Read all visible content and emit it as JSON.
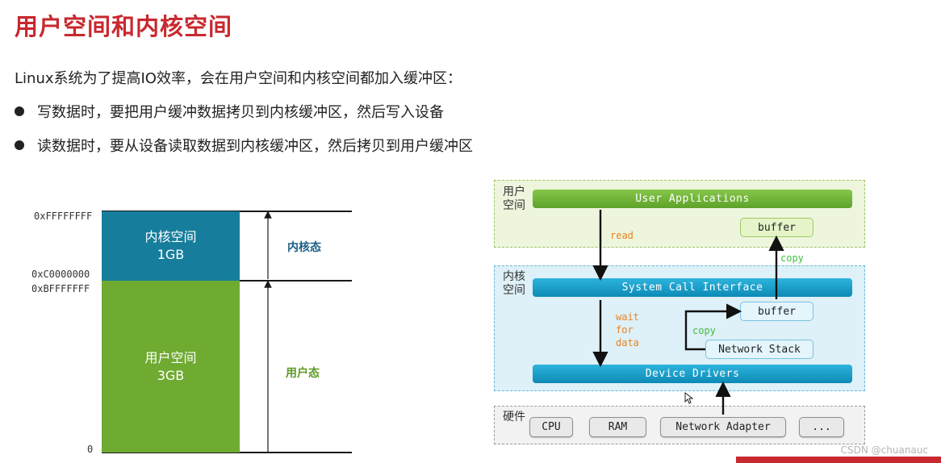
{
  "slide": {
    "title": "用户空间和内核空间",
    "intro": "Linux系统为了提高IO效率，会在用户空间和内核空间都加入缓冲区：",
    "bullets": [
      "写数据时，要把用户缓冲数据拷贝到内核缓冲区，然后写入设备",
      "读数据时，要从设备读取数据到内核缓冲区，然后拷贝到用户缓冲区"
    ]
  },
  "memory_diagram": {
    "addresses": [
      "0xFFFFFFFF",
      "0xC0000000",
      "0xBFFFFFFF",
      "0"
    ],
    "kernel_block": {
      "name": "内核空间",
      "size": "1GB",
      "color": "#167d9c"
    },
    "user_block": {
      "name": "用户空间",
      "size": "3GB",
      "color": "#6faa31"
    },
    "kernel_mode_label": "内核态",
    "user_mode_label": "用户态"
  },
  "io_diagram": {
    "zones": {
      "user": "用户空间",
      "kernel": "内核空间",
      "hardware": "硬件"
    },
    "user_applications": "User Applications",
    "user_buffer": "buffer",
    "system_call_interface": "System Call Interface",
    "kernel_buffer": "buffer",
    "network_stack": "Network Stack",
    "device_drivers": "Device Drivers",
    "labels": {
      "read": "read",
      "wait_for_data": "wait for data",
      "copy_upper": "copy",
      "copy_lower": "copy"
    },
    "hardware": [
      "CPU",
      "RAM",
      "Network Adapter",
      "..."
    ]
  },
  "watermark": "CSDN @chuanauc",
  "colors": {
    "title": "#c8282f",
    "kernel": "#167d9c",
    "user": "#6faa31",
    "orange": "#e8831e",
    "green": "#3fbf3f"
  }
}
